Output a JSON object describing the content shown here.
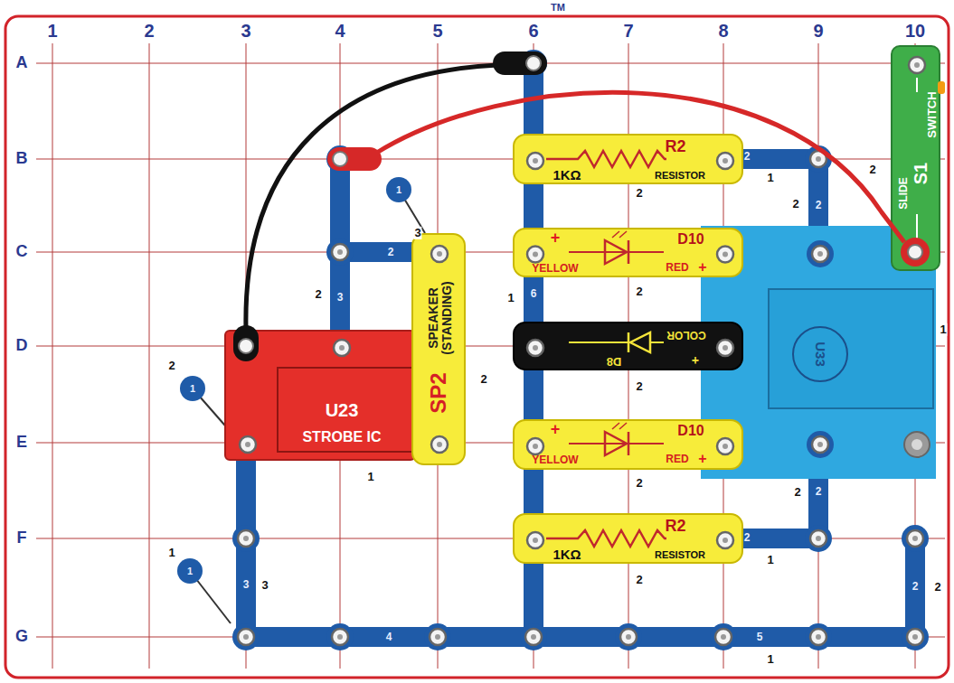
{
  "diagram": {
    "nodes": [
      {
        "text": [
          "SLIDE",
          "S1",
          "SWITCH"
        ]
      },
      {
        "text": [
          "R2",
          "1KΩ",
          "RESISTOR"
        ]
      },
      {
        "text": [
          "SPEAKER (STANDING)",
          "SP2"
        ]
      },
      {
        "text": [
          "+",
          "D10",
          "YELLOW",
          "RED",
          "+"
        ]
      },
      {
        "text": [
          "U33"
        ]
      },
      {
        "text": [
          "U23",
          "STROBE IC"
        ]
      },
      {
        "text": [
          "COLOR",
          "+",
          "D8"
        ]
      },
      {
        "text": [
          "+",
          "D10",
          "YELLOW",
          "RED",
          "+"
        ]
      },
      {
        "text": [
          "R2",
          "1KΩ",
          "RESISTOR"
        ]
      }
    ],
    "labels": [
      "TM",
      "1",
      "2",
      "3",
      "4",
      "5",
      "6",
      "7",
      "8",
      "9",
      "10",
      "A",
      "B",
      "C",
      "D",
      "E",
      "F",
      "G",
      "2",
      "1",
      "2",
      "2",
      "2",
      "1",
      "1",
      "3",
      "2",
      "2",
      "3",
      "1",
      "6",
      "2",
      "2",
      "2",
      "2",
      "2",
      "2",
      "1",
      "2",
      "1",
      "2",
      "2",
      "2",
      "1",
      "1",
      "1",
      "3",
      "3",
      "4",
      "5",
      "1",
      "2",
      "2"
    ]
  }
}
